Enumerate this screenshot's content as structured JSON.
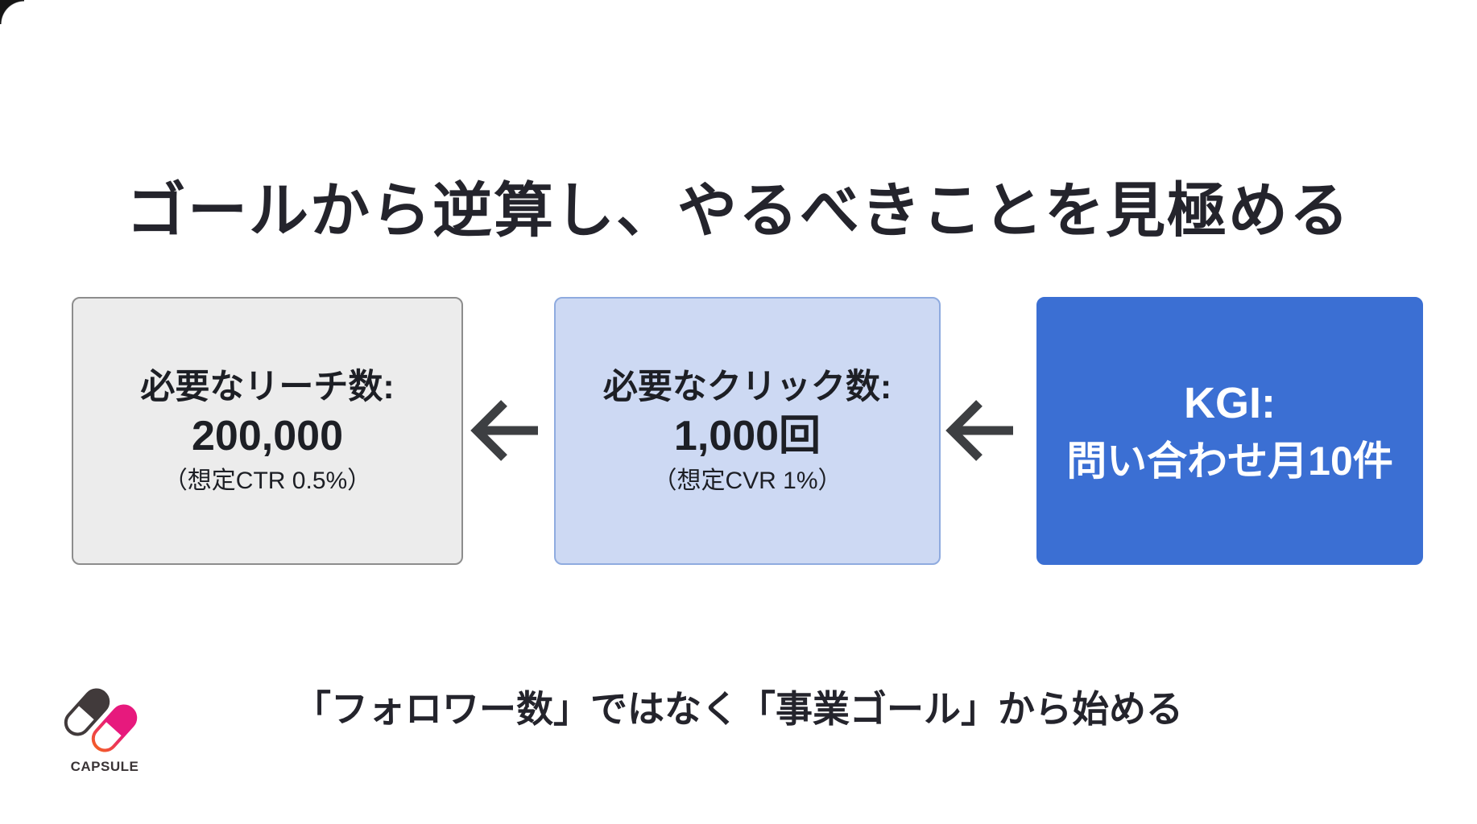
{
  "slide": {
    "title": "ゴールから逆算し、やるべきことを見極める",
    "footnote": "「フォロワー数」ではなく「事業ゴール」から始める"
  },
  "flow": {
    "direction": "right-to-left",
    "arrow_glyph": "←",
    "arrow_color": "#3d3f42",
    "boxes": [
      {
        "role": "required-reach",
        "line1": "必要なリーチ数:",
        "line2": "200,000",
        "line3": "（想定CTR 0.5%）",
        "bg": "#ececec",
        "border": "#8d8d8d",
        "text_color": "#1d1f25"
      },
      {
        "role": "required-clicks",
        "line1": "必要なクリック数:",
        "line2": "1,000回",
        "line3": "（想定CVR 1%）",
        "bg": "#cdd9f3",
        "border": "#8fabdf",
        "text_color": "#1d1f25"
      },
      {
        "role": "kgi",
        "line1": "KGI:",
        "line2": "問い合わせ月10件",
        "line3": "",
        "bg": "#3b6fd3",
        "border": "#3b6fd3",
        "text_color": "#ffffff"
      }
    ]
  },
  "logo": {
    "label": "CAPSULE",
    "dark_color": "#413a3b",
    "pink_color": "#e7197d",
    "orange_color": "#f25a2b",
    "text_color": "#3a3436"
  }
}
